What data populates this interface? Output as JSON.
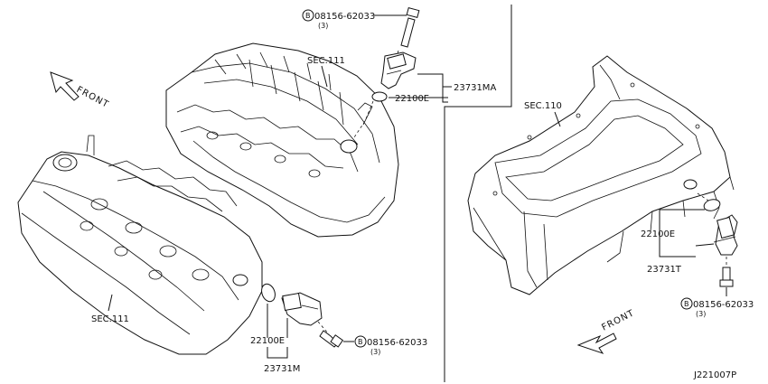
{
  "labels": {
    "bolt_top": "08156-62033",
    "bolt_top_qty": "(3)",
    "bolt_bottom": "08156-62033",
    "bolt_bottom_qty": "(3)",
    "bolt_right": "08156-62033",
    "bolt_right_qty": "(3)",
    "bolt_marker": "B",
    "sec111_upper": "SEC.111",
    "sec111_lower": "SEC.111",
    "sec110": "SEC.110",
    "oring_top": "22100E",
    "oring_bottom": "22100E",
    "oring_right": "22100E",
    "sensor_top": "23731MA",
    "sensor_bottom": "23731M",
    "sensor_right": "23731T",
    "front_left": "FRONT",
    "front_right": "FRONT",
    "diagram_id": "J221007P"
  }
}
